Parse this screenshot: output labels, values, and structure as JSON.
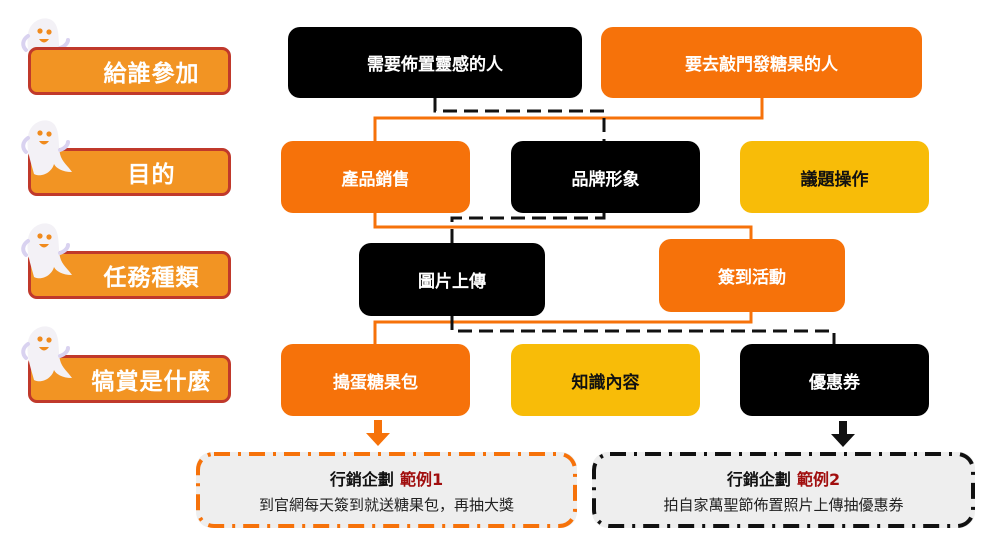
{
  "row_labels": [
    {
      "text": "給誰參加",
      "icon": "ghost-icon"
    },
    {
      "text": "目的",
      "icon": "ghost-icon"
    },
    {
      "text": "任務種類",
      "icon": "ghost-icon"
    },
    {
      "text": "犒賞是什麼",
      "icon": "ghost-icon"
    }
  ],
  "rows": {
    "audience": [
      {
        "text": "需要佈置靈感的人",
        "color": "#000000"
      },
      {
        "text": "要去敲門發糖果的人",
        "color": "#f6720a"
      }
    ],
    "purpose": [
      {
        "text": "產品銷售",
        "color": "#f6720a"
      },
      {
        "text": "品牌形象",
        "color": "#000000"
      },
      {
        "text": "議題操作",
        "color": "#f8bc08"
      }
    ],
    "task_type": [
      {
        "text": "圖片上傳",
        "color": "#000000"
      },
      {
        "text": "簽到活動",
        "color": "#f6720a"
      }
    ],
    "reward": [
      {
        "text": "搗蛋糖果包",
        "color": "#f6720a"
      },
      {
        "text": "知識內容",
        "color": "#f8bc08"
      },
      {
        "text": "優惠券",
        "color": "#000000"
      }
    ]
  },
  "examples": [
    {
      "title": "行銷企劃",
      "tag": "範例1",
      "desc": "到官網每天簽到就送糖果包，再抽大獎",
      "border_color": "#f6720a"
    },
    {
      "title": "行銷企劃",
      "tag": "範例2",
      "desc": "拍自家萬聖節佈置照片上傳抽優惠券",
      "border_color": "#111111"
    }
  ],
  "colors": {
    "label_fill": "#f29423",
    "label_border": "#c0392b",
    "path_orange": "#f6720a",
    "path_black": "#111111",
    "highlight": "#a10e0e"
  }
}
